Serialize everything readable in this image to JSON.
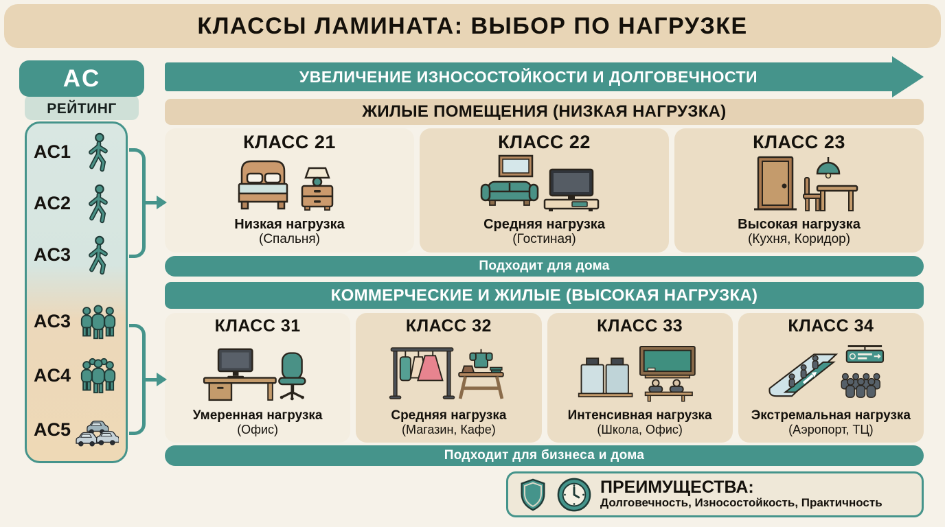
{
  "title": "КЛАССЫ ЛАМИНАТА: ВЫБОР ПО НАГРУЗКЕ",
  "arrow_banner": "УВЕЛИЧЕНИЕ ИЗНОСОСТОЙКОСТИ И ДОЛГОВЕЧНОСТИ",
  "sidebar": {
    "ac_label": "AC",
    "rating_label": "РЕЙТИНГ",
    "rows": [
      {
        "label": "AC1",
        "icon": "walking-person-icon"
      },
      {
        "label": "AC2",
        "icon": "walking-person-icon"
      },
      {
        "label": "AC3",
        "icon": "walking-person-icon"
      },
      {
        "label": "AC3",
        "icon": "people-group-icon"
      },
      {
        "label": "AC4",
        "icon": "people-crowd-icon"
      },
      {
        "label": "AC5",
        "icon": "cars-traffic-icon"
      }
    ]
  },
  "sections": [
    {
      "header": "ЖИЛЫЕ ПОМЕЩЕНИЯ (НИЗКАЯ НАГРУЗКА)",
      "cards": [
        {
          "title": "КЛАСС 21",
          "load": "Низкая нагрузка",
          "rooms": "(Спальня)",
          "icon": "bedroom-icon"
        },
        {
          "title": "КЛАСС 22",
          "load": "Средняя нагрузка",
          "rooms": "(Гостиная)",
          "icon": "living-room-icon"
        },
        {
          "title": "КЛАСС 23",
          "load": "Высокая нагрузка",
          "rooms": "(Кухня, Коридор)",
          "icon": "kitchen-corridor-icon"
        }
      ],
      "footer": "Подходит для дома"
    },
    {
      "header": "КОММЕРЧЕСКИЕ И ЖИЛЫЕ (ВЫСОКАЯ НАГРУЗКА)",
      "cards": [
        {
          "title": "КЛАСС 31",
          "load": "Умеренная нагрузка",
          "rooms": "(Офис)",
          "icon": "office-icon"
        },
        {
          "title": "КЛАСС 32",
          "load": "Средняя нагрузка",
          "rooms": "(Магазин, Кафе)",
          "icon": "shop-cafe-icon"
        },
        {
          "title": "КЛАСС 33",
          "load": "Интенсивная нагрузка",
          "rooms": "(Школа, Офис)",
          "icon": "school-office-icon"
        },
        {
          "title": "КЛАСС 34",
          "load": "Экстремальная нагрузка",
          "rooms": "(Аэропорт, ТЦ)",
          "icon": "airport-mall-icon"
        }
      ],
      "footer": "Подходит для бизнеса и дома"
    }
  ],
  "benefits": {
    "title": "ПРЕИМУЩЕСТВА:",
    "items": "Долговечность, Износостойкость, Практичность",
    "icons": [
      "shield-icon",
      "clock-icon"
    ]
  },
  "colors": {
    "teal": "#45948b",
    "beige_band": "#e8d5b6",
    "page_bg": "#f6f2e9",
    "card_cream": "#f4eee1",
    "card_beige": "#ebddc5",
    "panel_top": "#d9e7e2",
    "panel_bottom": "#eed9b6",
    "text_dark": "#14110c",
    "white": "#ffffff"
  }
}
